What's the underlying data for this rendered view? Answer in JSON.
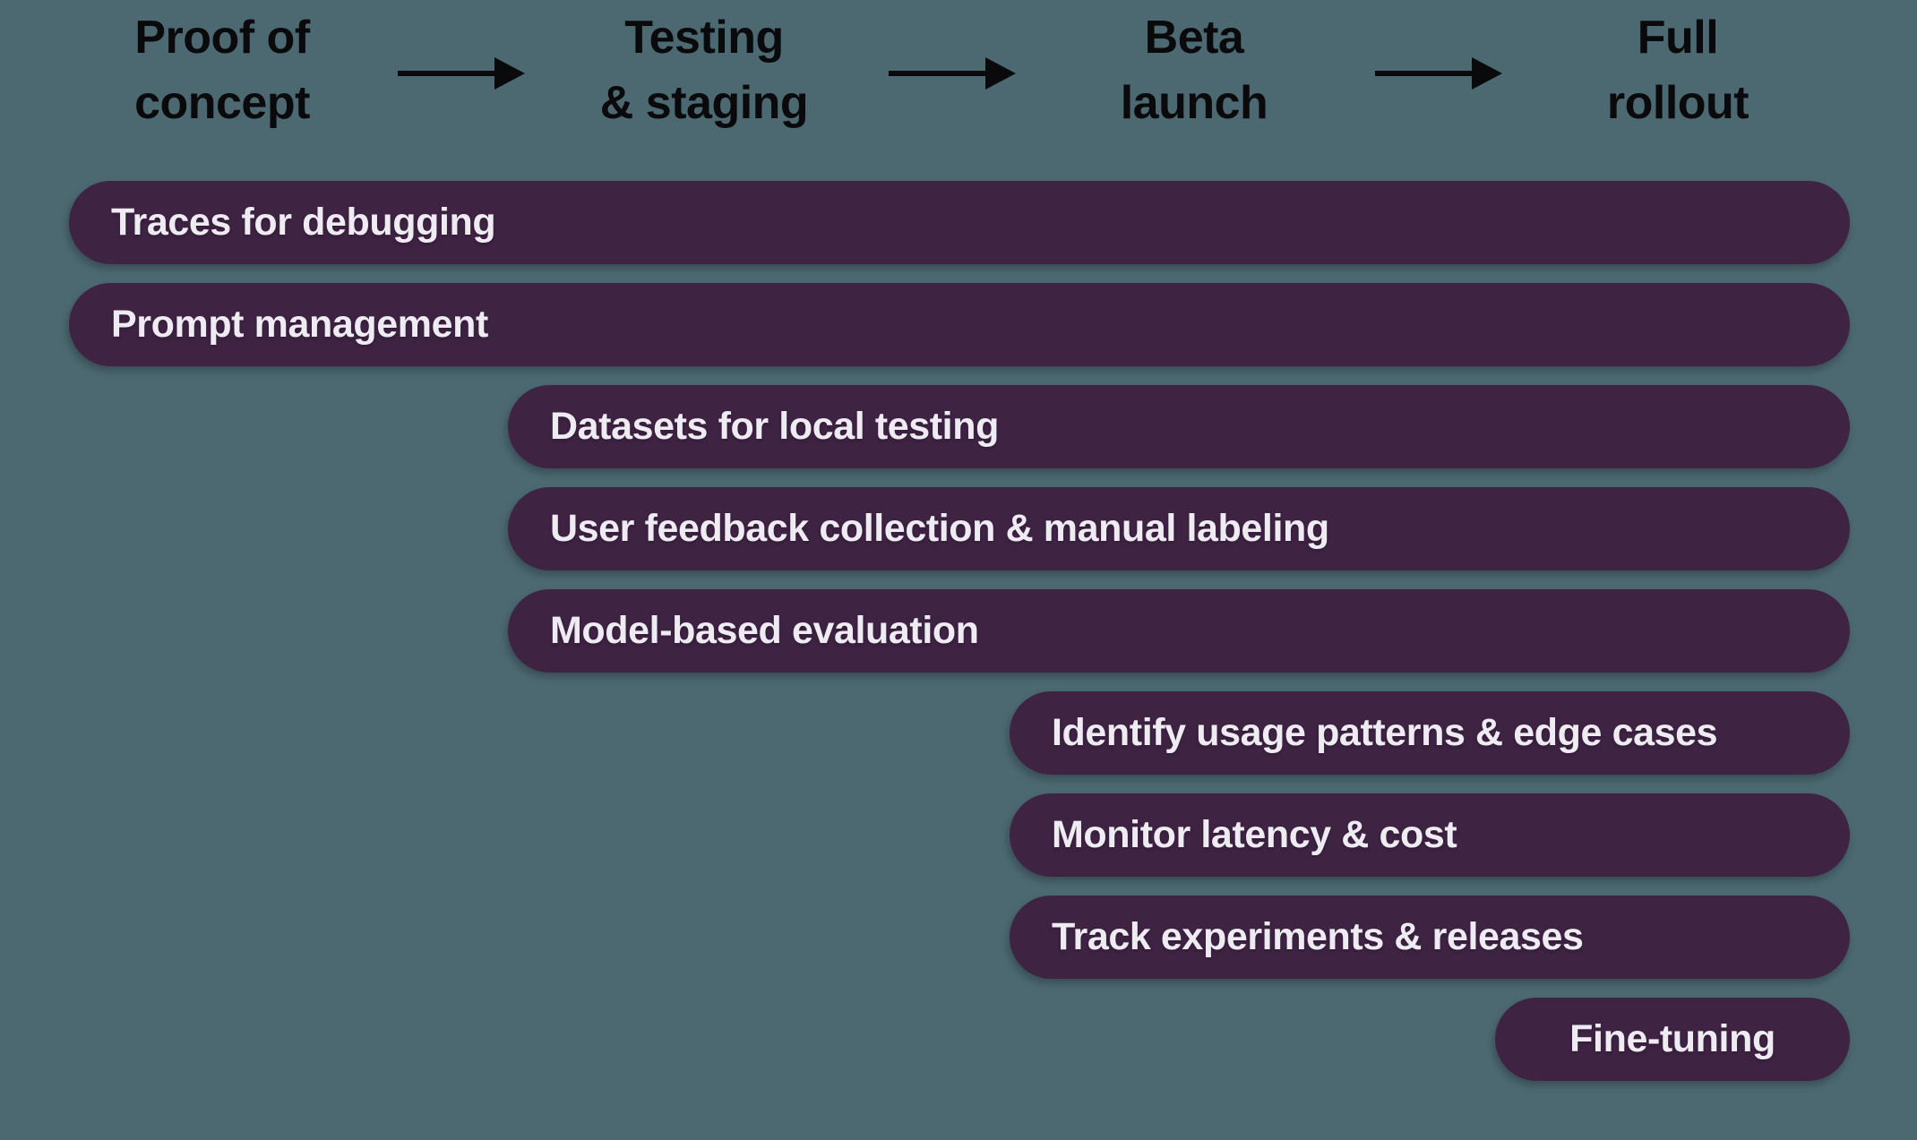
{
  "colors": {
    "background": "#4C6971",
    "bar": "#3E2343",
    "bar_text": "#EFEBF2",
    "heading_text": "#0A0A0C"
  },
  "stages": [
    {
      "id": "proof-of-concept",
      "line1": "Proof of",
      "line2": "concept"
    },
    {
      "id": "testing-staging",
      "line1": "Testing",
      "line2": "& staging"
    },
    {
      "id": "beta-launch",
      "line1": "Beta",
      "line2": "launch"
    },
    {
      "id": "full-rollout",
      "line1": "Full",
      "line2": "rollout"
    }
  ],
  "bars": [
    {
      "label": "Traces for debugging",
      "stage": "proof-of-concept"
    },
    {
      "label": "Prompt management",
      "stage": "proof-of-concept"
    },
    {
      "label": "Datasets for local testing",
      "stage": "testing-staging"
    },
    {
      "label": "User feedback collection & manual labeling",
      "stage": "testing-staging"
    },
    {
      "label": "Model-based evaluation",
      "stage": "testing-staging"
    },
    {
      "label": "Identify usage patterns & edge cases",
      "stage": "beta-launch"
    },
    {
      "label": "Monitor latency & cost",
      "stage": "beta-launch"
    },
    {
      "label": "Track experiments & releases",
      "stage": "beta-launch"
    },
    {
      "label": "Fine-tuning",
      "stage": "full-rollout"
    }
  ]
}
